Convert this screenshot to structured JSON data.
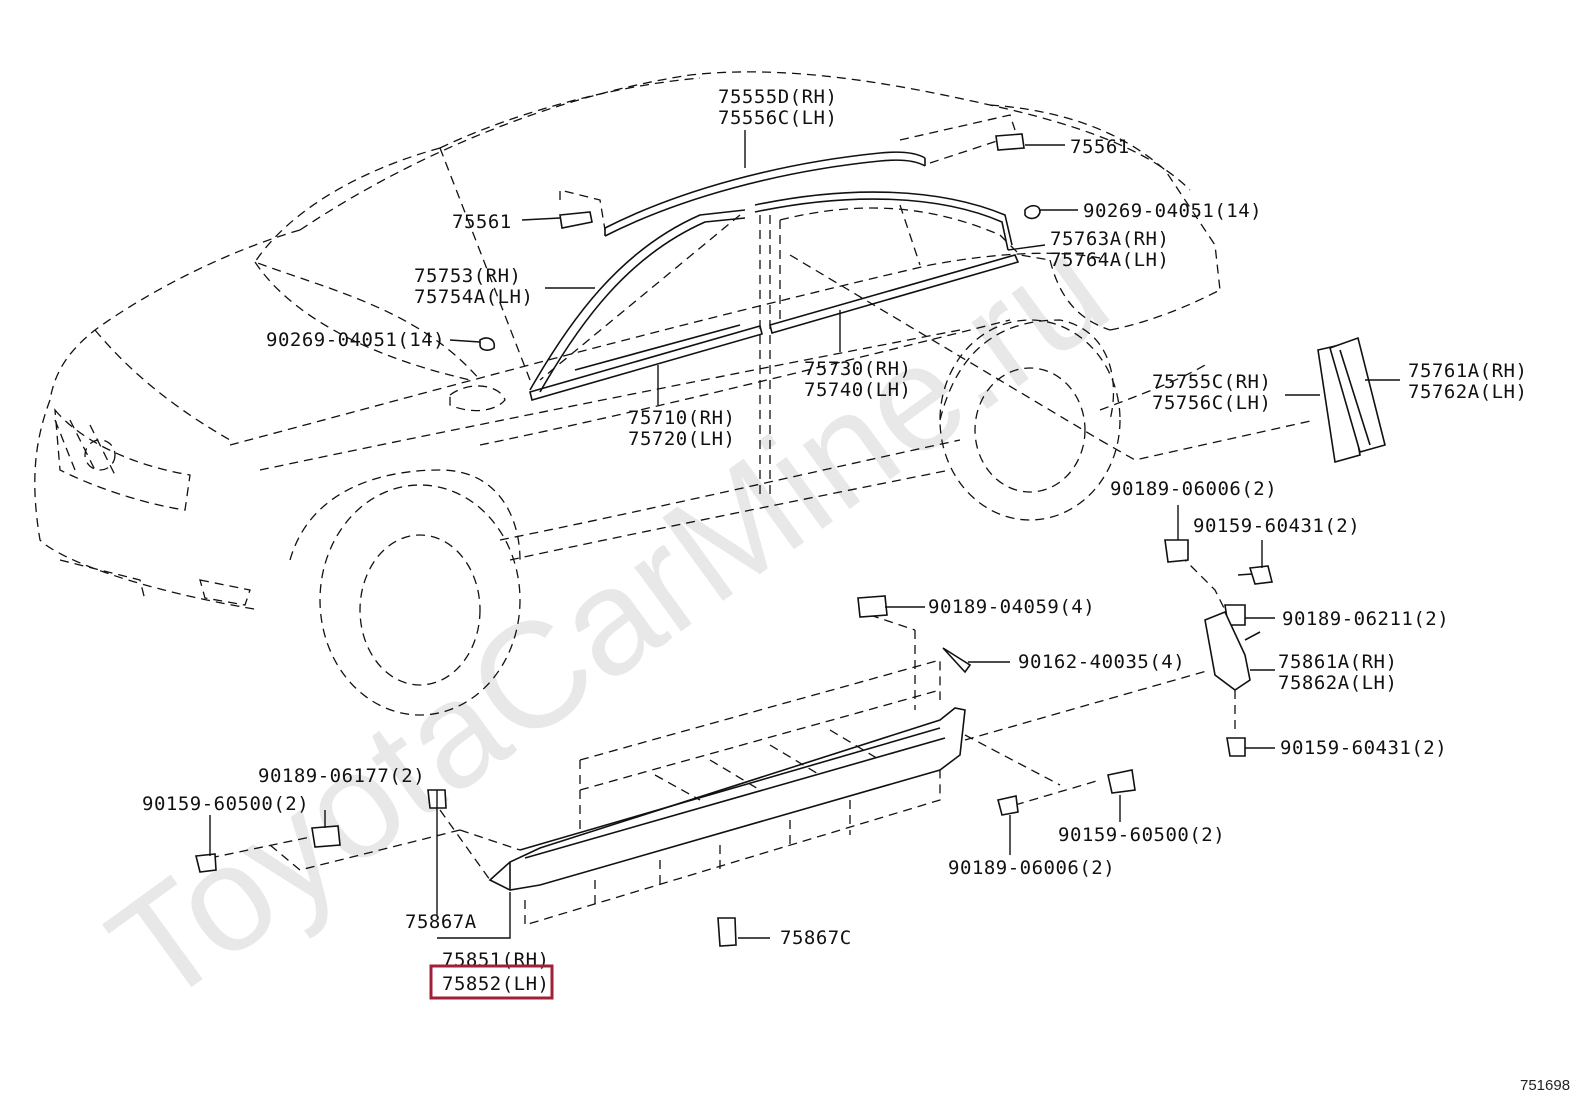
{
  "watermark": "ToyotaCarMine.ru",
  "figure_number": "751698",
  "callouts": {
    "c75555": [
      "75555D(RH)",
      "75556C(LH)"
    ],
    "c75561_roof": "75561",
    "c75561_left": "75561",
    "c90269_right": "90269-04051(14)",
    "c90269_left": "90269-04051(14)",
    "c75763": [
      "75763A(RH)",
      "75764A(LH)"
    ],
    "c75753": [
      "75753(RH)",
      "75754A(LH)"
    ],
    "c75730": [
      "75730(RH)",
      "75740(LH)"
    ],
    "c75710": [
      "75710(RH)",
      "75720(LH)"
    ],
    "c75755": [
      "75755C(RH)",
      "75756C(LH)"
    ],
    "c75761": [
      "75761A(RH)",
      "75762A(LH)"
    ],
    "c90189_06006_top": "90189-06006(2)",
    "c90159_60431_top": "90159-60431(2)",
    "c90189_04059": "90189-04059(4)",
    "c90189_06211": "90189-06211(2)",
    "c90162": "90162-40035(4)",
    "c75861": [
      "75861A(RH)",
      "75862A(LH)"
    ],
    "c90159_60431_bot": "90159-60431(2)",
    "c90189_06177": "90189-06177(2)",
    "c90159_60500_left": "90159-60500(2)",
    "c90159_60500_right": "90159-60500(2)",
    "c90189_06006_bot": "90189-06006(2)",
    "c75867a": "75867A",
    "c75867c": "75867C",
    "c75851": [
      "75851(RH)",
      "75852(LH)"
    ]
  },
  "highlight_color": "#a0203a"
}
